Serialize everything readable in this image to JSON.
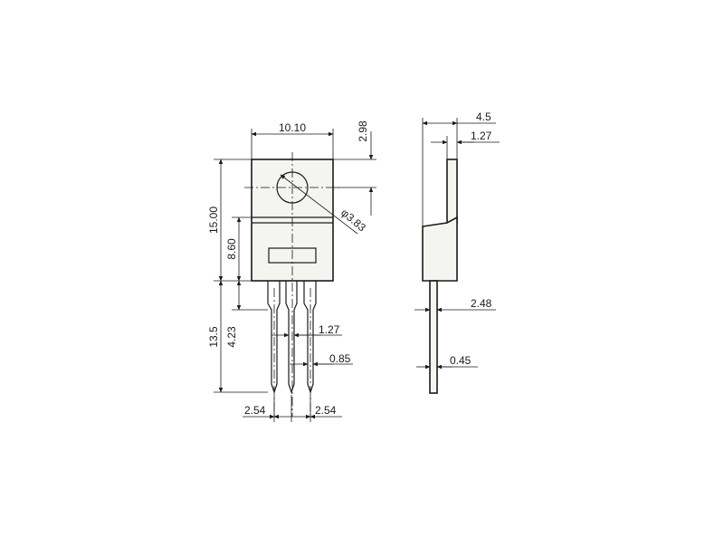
{
  "front_view": {
    "width": "10.10",
    "tab_height": "2.98",
    "body_height": "15.00",
    "lower_body": "8.60",
    "lead_length": "13.5",
    "lead_shoulder": "4.23",
    "lead_width": "1.27",
    "lead_thickness": "0.85",
    "pitch_left": "2.54",
    "pitch_right": "2.54",
    "hole_diameter": "φ3.83"
  },
  "side_view": {
    "total_thickness": "4.5",
    "tab_thickness": "1.27",
    "lead_offset": "2.48",
    "lead_thickness": "0.45"
  }
}
